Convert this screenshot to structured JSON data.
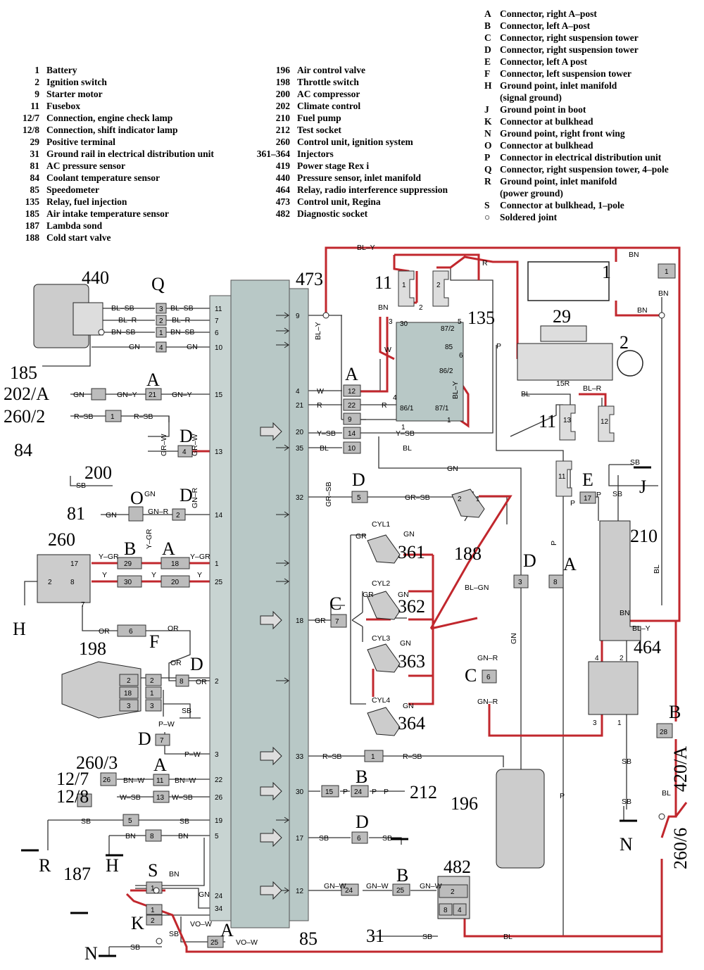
{
  "legend_left": [
    {
      "num": "1",
      "text": "Battery"
    },
    {
      "num": "2",
      "text": "Ignition switch"
    },
    {
      "num": "9",
      "text": "Starter motor"
    },
    {
      "num": "11",
      "text": "Fusebox"
    },
    {
      "num": "12/7",
      "text": "Connection, engine check lamp"
    },
    {
      "num": "12/8",
      "text": "Connection, shift indicator lamp"
    },
    {
      "num": "29",
      "text": "Positive terminal"
    },
    {
      "num": "31",
      "text": "Ground rail in electrical distribution unit"
    },
    {
      "num": "81",
      "text": "AC pressure sensor"
    },
    {
      "num": "84",
      "text": "Coolant temperature sensor"
    },
    {
      "num": "85",
      "text": "Speedometer"
    },
    {
      "num": "135",
      "text": "Relay, fuel injection"
    },
    {
      "num": "185",
      "text": "Air intake temperature sensor"
    },
    {
      "num": "187",
      "text": "Lambda sond"
    },
    {
      "num": "188",
      "text": "Cold start valve"
    }
  ],
  "legend_mid": [
    {
      "num": "196",
      "text": "Air control valve"
    },
    {
      "num": "198",
      "text": "Throttle switch"
    },
    {
      "num": "200",
      "text": "AC compressor"
    },
    {
      "num": "202",
      "text": "Climate control"
    },
    {
      "num": "210",
      "text": "Fuel pump"
    },
    {
      "num": "212",
      "text": "Test socket"
    },
    {
      "num": "260",
      "text": "Control unit, ignition system"
    },
    {
      "num": "361–364",
      "text": "Injectors"
    },
    {
      "num": "419",
      "text": "Power stage Rex i"
    },
    {
      "num": "440",
      "text": "Pressure sensor, inlet manifold"
    },
    {
      "num": "464",
      "text": "Relay, radio interference suppression"
    },
    {
      "num": "473",
      "text": "Control unit, Regina"
    },
    {
      "num": "482",
      "text": "Diagnostic socket"
    }
  ],
  "legend_right": [
    {
      "num": "A",
      "text": "Connector, right A–post"
    },
    {
      "num": "B",
      "text": "Connector, left A–post"
    },
    {
      "num": "C",
      "text": "Connector, right suspension tower"
    },
    {
      "num": "D",
      "text": "Connector, right suspension tower"
    },
    {
      "num": "E",
      "text": "Connector, left A post"
    },
    {
      "num": "F",
      "text": "Connector, left suspension tower"
    },
    {
      "num": "H",
      "text": "Ground point, inlet manifold"
    },
    {
      "num": "",
      "text": "(signal ground)"
    },
    {
      "num": "J",
      "text": "Ground point in boot"
    },
    {
      "num": "K",
      "text": "Connector at bulkhead"
    },
    {
      "num": "N",
      "text": "Ground point, right front wing"
    },
    {
      "num": "O",
      "text": "Connector at bulkhead"
    },
    {
      "num": "P",
      "text": "Connector in electrical distribution unit"
    },
    {
      "num": "Q",
      "text": "Connector, right suspension tower, 4–pole"
    },
    {
      "num": "R",
      "text": "Ground point, inlet manifold"
    },
    {
      "num": "",
      "text": "(power ground)"
    },
    {
      "num": "S",
      "text": "Connector at bulkhead, 1–pole"
    },
    {
      "num": "○",
      "text": "Soldered joint"
    }
  ],
  "colors": {
    "power": "#c1272d",
    "wire": "#333333",
    "module": "#b8c8c6",
    "connector": "#bcbcbc"
  },
  "components": {
    "c440": "440",
    "cQ": "Q",
    "c473": "473",
    "c11a": "11",
    "c135": "135",
    "c1": "1",
    "c29": "29",
    "c2": "2",
    "c185": "185",
    "c202": "202/A",
    "c260_2": "260/2",
    "c84": "84",
    "c200": "200",
    "c81": "81",
    "c260": "260",
    "c198": "198",
    "c260_3": "260/3",
    "c12_7": "12/7",
    "c12_8": "12/8",
    "cR": "R",
    "cH1": "H",
    "cH2": "H",
    "c187": "187",
    "cN1": "N",
    "c85": "85",
    "c31": "31",
    "c212": "212",
    "c196": "196",
    "c482": "482",
    "c11b": "11",
    "c210": "210",
    "cJ": "J",
    "c188": "188",
    "c361": "361",
    "c362": "362",
    "c363": "363",
    "c364": "364",
    "c464": "464",
    "cN2": "N",
    "c420": "420/A",
    "c260_6": "260/6"
  },
  "wire_labels": {
    "bly_top": "BL–Y",
    "bn_top": "BN",
    "r_top": "R",
    "bn_11": "BN",
    "bn_1": "BN",
    "bn_right": "BN",
    "w_a": "W",
    "p_a": "P",
    "bly_a": "BL–Y",
    "bly_473": "BL–Y",
    "bl_11": "BL",
    "blr": "BL–R",
    "r15": "15R",
    "blsb1": "BL–SB",
    "blsb2": "BL–SB",
    "blr1": "BL–R",
    "blr2": "BL–R",
    "bnsb1": "BN–SB",
    "bnsb2": "BN–SB",
    "gn1": "GN",
    "gn2": "GN",
    "gn_202a": "GN",
    "gny1": "GN–Y",
    "gny2": "GN–Y",
    "rsb_260a": "R–SB",
    "rsb_260b": "R–SB",
    "grw1": "GR–W",
    "grw2": "GR–W",
    "sb_200": "SB",
    "gn_81": "GN",
    "gn_o": "GN",
    "gnr_81": "GN–R",
    "gnr_81b": "GN–R",
    "ygr1": "Y–GR",
    "ygr2": "Y–GR",
    "ygr3": "Y–GR",
    "y1": "Y",
    "y2": "Y",
    "y3": "Y",
    "or1": "OR",
    "or2": "OR",
    "or3": "OR",
    "or4": "OR",
    "sb_198": "SB",
    "pw1": "P–W",
    "pw2": "P–W",
    "bnw1": "BN–W",
    "bnw2": "BN–W",
    "wsb1": "W–SB",
    "wsb2": "W–SB",
    "sb_r1": "SB",
    "sb_r2": "SB",
    "bn_h1": "BN",
    "bn_h2": "BN",
    "bn_s": "BN",
    "gn_s": "GN",
    "vow1": "VO–W",
    "vow2": "VO–W",
    "sb_k": "SB",
    "sb_n": "SB",
    "w_4": "W",
    "r_21": "R",
    "r_22": "R",
    "ysb1": "Y–SB",
    "ysb2": "Y–SB",
    "bl_35": "BL",
    "bl_10": "BL",
    "grsb": "GR–SB",
    "grsb2": "GR–SB",
    "gr_18": "GR",
    "gr_c1": "GR",
    "gn_c1": "GN",
    "gr_c2": "GR",
    "gn_c2": "GN",
    "gn_c3": "GN",
    "gn_c4": "GN",
    "blgn": "BL–GN",
    "gn_d3": "GN",
    "gnr_c": "GN–R",
    "gnr_c2": "GN–R",
    "gn_mid": "GN",
    "rsb_33": "R–SB",
    "rsb_33b": "R–SB",
    "p_30": "P",
    "p_30b": "P",
    "p_30c": "P",
    "sb_17": "SB",
    "sb_17b": "SB",
    "gnw1": "GN–W",
    "gnw2": "GN–W",
    "gnw3": "GN–W",
    "sb_31": "SB",
    "bl_482": "BL",
    "sb_j": "SB",
    "sb_210": "SB",
    "p_e": "P",
    "p_e2": "P",
    "p_a2": "P",
    "p_low": "P",
    "bl_210": "BL",
    "bn_464": "BN",
    "bly_464": "BL–Y",
    "sb_464a": "SB",
    "sb_464b": "SB",
    "bl_420": "BL",
    "cyl1": "CYL1",
    "cyl2": "CYL2",
    "cyl3": "CYL3",
    "cyl4": "CYL4"
  },
  "conn_letters": {
    "A1": "A",
    "A2": "A",
    "A3": "A",
    "A4": "A",
    "A5": "A",
    "B1": "B",
    "B2": "B",
    "B3": "B",
    "C1": "C",
    "C2": "C",
    "D1": "D",
    "D2": "D",
    "D3": "D",
    "D4": "D",
    "D5": "D",
    "D6": "D",
    "E1": "E",
    "F1": "F",
    "O1": "O",
    "S1": "S",
    "K1": "K"
  },
  "pin_numbers": {
    "q3": "3",
    "q2": "2",
    "q1": "1",
    "q4": "4",
    "m11": "11",
    "m7": "7",
    "m6": "6",
    "m10": "10",
    "m15": "15",
    "m13": "13",
    "m14": "14",
    "m1": "1",
    "m25": "25",
    "m2": "2",
    "m3": "3",
    "m22": "22",
    "m26": "26",
    "m19": "19",
    "m5": "5",
    "m24": "24",
    "m34": "34",
    "r9": "9",
    "r4": "4",
    "r21": "21",
    "r20": "20",
    "r35": "35",
    "r32": "32",
    "r18": "18",
    "r33": "33",
    "r30": "30",
    "r17": "17",
    "r12": "12",
    "a12": "12",
    "a22": "22",
    "a9": "9",
    "a14": "14",
    "a10": "10",
    "cn21": "21",
    "cn1a": "1",
    "cn4": "4",
    "cn2": "2",
    "cn29": "29",
    "cn30": "30",
    "cn18": "18",
    "cn20": "20",
    "cn6": "6",
    "cn8": "8",
    "cn7": "7",
    "cn26": "26",
    "cn11": "11",
    "cn13": "13",
    "cn5a": "5",
    "cn8b": "8",
    "cn1b": "1",
    "cn1k": "1",
    "cn2k": "2",
    "cn25": "25",
    "cn5": "5",
    "cn7c": "7",
    "cn3": "3",
    "cn8c": "8",
    "cn6c": "6",
    "cn1c": "1",
    "cn15": "15",
    "cn24": "24",
    "cn6d": "6",
    "cn24b": "24",
    "cn25b": "25",
    "cn17": "17",
    "cn28": "28",
    "cn1e": "1",
    "rl30": "30",
    "rl87_2": "87/2",
    "rl85": "85",
    "rl86_2": "86/2",
    "rl86_1": "86/1",
    "rl87_1": "87/1",
    "rl3": "3",
    "rl2": "2",
    "rl5": "5",
    "rl4": "4",
    "rl6": "6",
    "rl1": "1",
    "rl1b": "1",
    "d482_2": "2",
    "d482_8": "8",
    "d482_4": "4",
    "p260_17": "17",
    "p260_8": "8",
    "p260_2": "2",
    "p260_7": "7",
    "t198_2": "2",
    "t198_18": "18",
    "t198_3": "3",
    "tc_2": "2",
    "tc_1": "1",
    "tc_3": "3",
    "f1": "1",
    "f2": "2",
    "f13": "13",
    "f12": "12",
    "f11": "11",
    "n464_4": "4",
    "n464_2": "2",
    "n464_3": "3",
    "n464_1": "1",
    "p188_2": "2",
    "p188_1": "1"
  }
}
